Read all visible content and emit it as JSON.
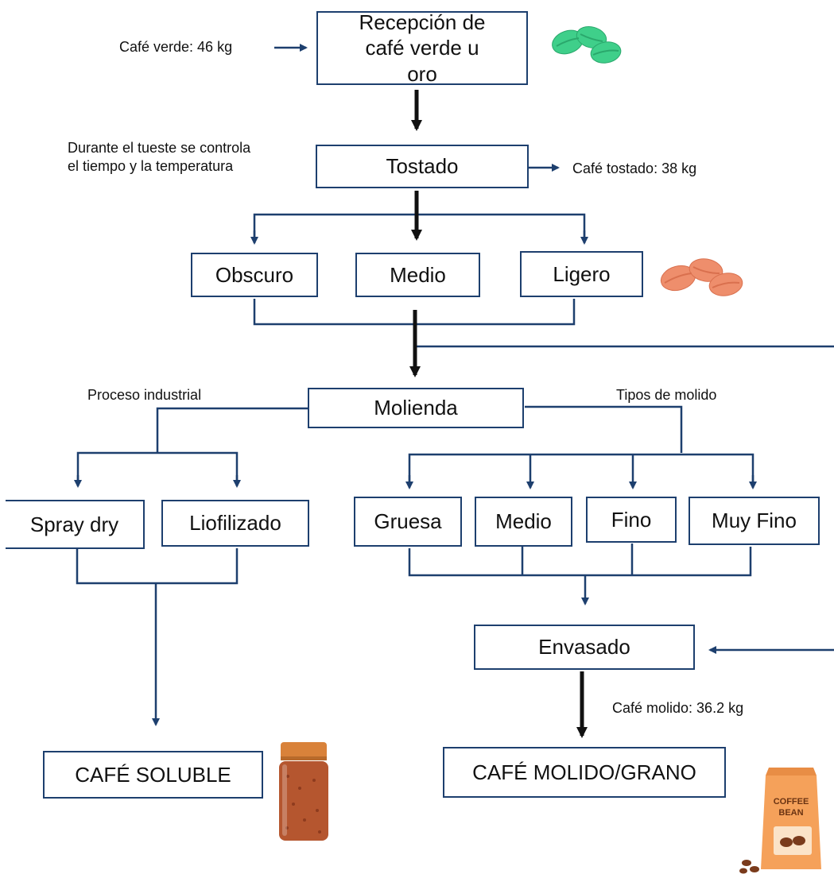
{
  "labels": {
    "input_green": "Café verde: 46 kg",
    "output_roasted": "Café tostado: 38 kg",
    "roast_note": "Durante el tueste se controla el tiempo y la temperatura",
    "industrial": "Proceso industrial",
    "grind_types": "Tipos de molido",
    "output_ground": "Café molido: 36.2 kg"
  },
  "boxes": {
    "reception": "Recepción de café verde u oro",
    "roasting": "Tostado",
    "dark": "Obscuro",
    "medium_roast": "Medio",
    "light": "Ligero",
    "grinding": "Molienda",
    "spray_dry": "Spray dry",
    "freeze_dried": "Liofilizado",
    "coarse": "Gruesa",
    "medium_grind": "Medio",
    "fine": "Fino",
    "very_fine": "Muy Fino",
    "packaging": "Envasado",
    "soluble": "CAFÉ SOLUBLE",
    "ground_bean": "CAFÉ MOLIDO/GRANO"
  },
  "bag_text": [
    "COFFEE",
    "BEAN"
  ],
  "colors": {
    "line": "#1d3f6e",
    "main_arrow": "#111111",
    "green_bean": "#3fcf8a",
    "roasted_bean": "#ee8e6c",
    "bag": "#f5a15a",
    "jar_lid": "#d9823a",
    "jar_body": "#b5562f"
  }
}
